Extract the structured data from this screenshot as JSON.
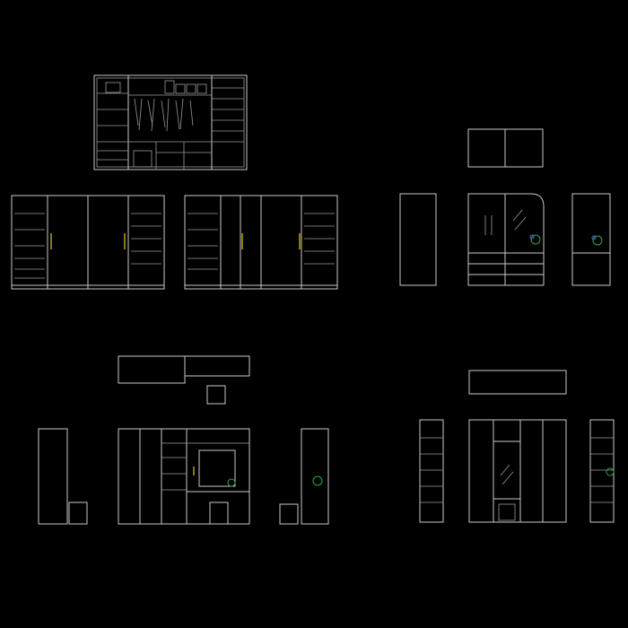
{
  "canvas": {
    "background": "#000000",
    "line_color": "#c8c8c8",
    "accent_handle_color": "#e0d000",
    "plant_colors": [
      "#2fa84a",
      "#4a6cd0"
    ]
  },
  "drawing": {
    "views": [
      "walk-in-wardrobe-elevation",
      "sliding-wardrobe-elevation-a",
      "sliding-wardrobe-elevation-b",
      "cabinet-plan",
      "cabinet-side-left",
      "cabinet-front",
      "cabinet-side-right",
      "study-wardrobe-plan",
      "stool-plan",
      "study-wardrobe-side-left",
      "study-wardrobe-front",
      "study-wardrobe-side-right",
      "hinged-wardrobe-plan",
      "hinged-wardrobe-side-left",
      "hinged-wardrobe-front",
      "hinged-wardrobe-side-right"
    ]
  }
}
